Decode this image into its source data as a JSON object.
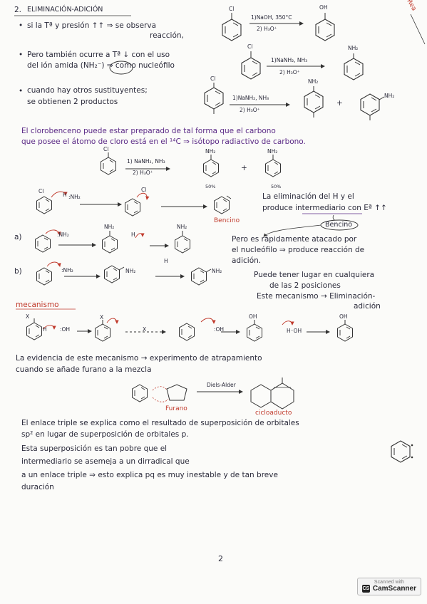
{
  "header": {
    "number": "2.",
    "title": "ELIMINACIÓN-ADICIÓN",
    "corner": "Rea"
  },
  "bullets": [
    {
      "line1": "si la Tª y presión ↑↑ ⇒ se observa",
      "line2": "reacción,"
    },
    {
      "line1": "Pero también ocurre a Tª ↓ con el uso",
      "line2": "del ión amida (NH₂⁻) ⇒ como nucleófilo"
    },
    {
      "line1": "cuando hay otros sustituyentes;",
      "line2": "se obtienen 2 productos"
    }
  ],
  "conditions": {
    "r1_a": "1)NaOH, 350°C",
    "r1_b": "2) H₃O⁺",
    "r2_a": "1)NaNH₂, NH₃",
    "r2_b": "2) H₃O⁺",
    "r3_a": "1)NaNH₂, NH₃",
    "r3_b": "2) H₃O⁺",
    "r4_a": "1) NaNH₂, NH₃",
    "r4_b": "2) H₃O⁺"
  },
  "labels": {
    "cl": "Cl",
    "oh": "OH",
    "nh2": "NH₂",
    "plus": "+",
    "h": "H",
    "nh2_anion": ":NH₂",
    "oh_anion": ":OH",
    "h_oh": "H⁻OH",
    "x": "X",
    "pct1": "50%",
    "pct2": "50%",
    "a": "a)",
    "b": "b)",
    "c14": "¹⁴C"
  },
  "paragraphs": {
    "p1_l1": "El clorobenceno puede estar preparado de tal forma que el carbono",
    "p1_l2": "que posee el átomo de cloro está en el ¹⁴C ⇒ isótopo radiactivo de carbono.",
    "elim_l1": "La eliminación del H y el",
    "elim_l2": "produce intermediario con Eª ↑↑",
    "bencino": "Bencino",
    "bencino_red": "Bencino",
    "attack_l1": "Pero es rápidamente atacado por",
    "attack_l2": "el nucleófilo ⇒ produce reacción de",
    "attack_l3": "adición.",
    "pos_l1": "Puede tener lugar en cualquiera",
    "pos_l2": "de las 2 posiciones",
    "pos_l3": "Este mecanismo → Eliminación-",
    "pos_l4": "adición",
    "mecanismo": "mecanismo",
    "evid_l1": "La evidencia de este mecanismo → experimento de atrapamiento",
    "evid_l2": "cuando se añade furano a la mezcla",
    "diels": "Diels-Alder",
    "furano": "Furano",
    "cicloaducto": "cicloaducto",
    "final_l1": "El enlace triple se explica como el resultado de superposición de orbitales",
    "final_l2": "sp² en lugar de superposición de orbitales p.",
    "final_l3": "Esta superposición es tan pobre que el",
    "final_l4": "intermediario se asemeja a un dirradical que",
    "final_l5": "a un enlace triple ⇒ esto explica pq es muy inestable y de tan breve",
    "final_l6": "duración"
  },
  "page_number": "2",
  "scanner": {
    "line1": "Scanned with",
    "line2": "CamScanner",
    "icon": "CS"
  }
}
